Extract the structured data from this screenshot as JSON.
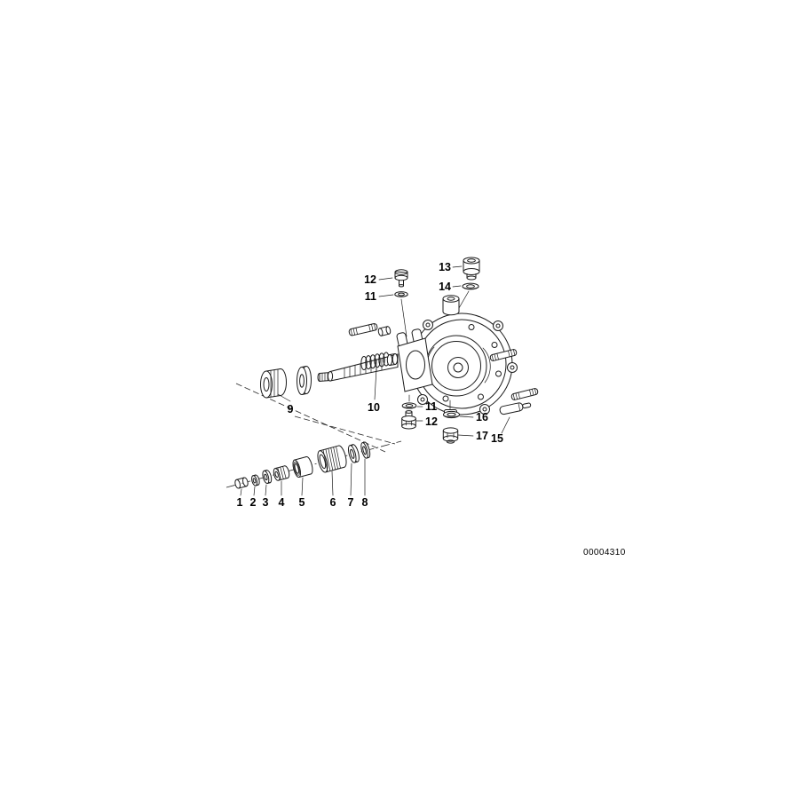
{
  "diagram": {
    "code": "00004310",
    "colors": {
      "ink": "#1c1c1c",
      "background": "#ffffff"
    },
    "callouts": {
      "no1": "1",
      "no2": "2",
      "no3": "3",
      "no4": "4",
      "no5": "5",
      "no6": "6",
      "no7": "7",
      "no8": "8",
      "no9": "9",
      "no10": "10",
      "no11_top": "11",
      "no12_top": "12",
      "no13": "13",
      "no14": "14",
      "no11_mid": "11",
      "no12_mid": "12",
      "no15": "15",
      "no16": "16",
      "no17": "17"
    }
  }
}
